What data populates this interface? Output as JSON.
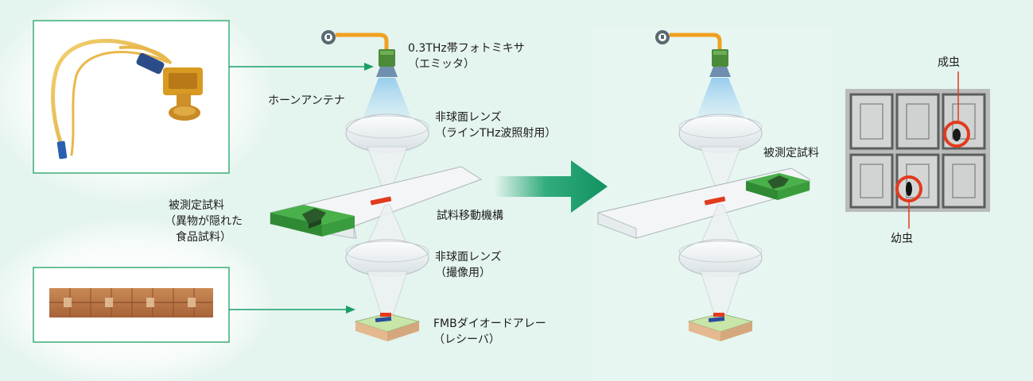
{
  "labels": {
    "mixer_line1": "0.3THz帯フォトミキサ",
    "mixer_line2": "（エミッタ）",
    "horn_antenna": "ホーンアンテナ",
    "lens1_line1": "非球面レンズ",
    "lens1_line2": "（ラインTHz波照射用）",
    "sample_left_line1": "被測定試料",
    "sample_left_line2": "（異物が隠れた",
    "sample_left_line3": "食品試料）",
    "stage": "試料移動機構",
    "lens2_line1": "非球面レンズ",
    "lens2_line2": "（撮像用）",
    "receiver_line1": "FMBダイオードアレー",
    "receiver_line2": "（レシーバ）",
    "sample_right": "被測定試料",
    "adult": "成虫",
    "larva": "幼虫"
  },
  "colors": {
    "background": "#e4f4ee",
    "arrow_green": "#14a06a",
    "highlight_red": "#e23a1e",
    "fiber_orange": "#f0a020",
    "sample_green": "#2f9e3a"
  }
}
